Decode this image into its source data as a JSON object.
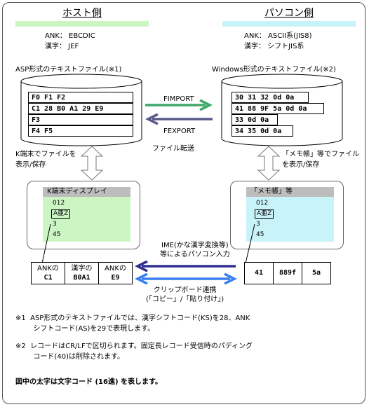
{
  "host": {
    "title": "ホスト側",
    "band_color": "#ccf5c4",
    "info": "ANK： EBCDIC\n漢字： JEF",
    "file_caption": "ASP形式のテキストファイル(※1)",
    "rows": [
      "F0  F1  F2",
      "C1  28  B0  A1  29  E9",
      "F3",
      "F4  F5"
    ],
    "terminal_caption": "K端末でファイルを\n表示/保存",
    "screen_title": "K端末ディスプレイ",
    "screen_lines": [
      "012",
      "A亜Z",
      "3",
      "45"
    ],
    "codes": [
      {
        "label": "ANKの",
        "code": "C1"
      },
      {
        "label": "漢字の",
        "code": "B0A1"
      },
      {
        "label": "ANKの",
        "code": "E9"
      }
    ]
  },
  "pc": {
    "title": "パソコン側",
    "band_color": "#c8f3f8",
    "info": "ANK： ASCII系(JIS8)\n漢字： シフトJIS系",
    "file_caption": "Windows形式のテキストファイル(※2)",
    "rows": [
      "30  31  32  0d  0a",
      "41  88  9F  5a  0d  0a",
      "33  0d  0a",
      "34  35  0d  0a"
    ],
    "terminal_caption": "「メモ帳」等でファイル\nを表示/保存",
    "screen_title": "「メモ帳」等",
    "screen_lines": [
      "012",
      "A亜Z",
      "3",
      "45"
    ],
    "codes": [
      "41",
      "889f",
      "5a"
    ]
  },
  "transfer": {
    "fimport": "FIMPORT",
    "fexport": "FEXPORT",
    "caption": "ファイル転送",
    "fimport_color": "#3fa86a",
    "fexport_color": "#5a5a8a"
  },
  "input": {
    "caption": "IME(かな漢字変換等)\n等によるパソコン入力",
    "color": "#2e2e90"
  },
  "clipboard": {
    "caption": "クリップボード連携\n(「コピー」/「貼り付け」)",
    "color": "#3a7ff0"
  },
  "notes": {
    "n1": "※1  ASP形式のテキストファイルでは、漢字シフトコード(KS)を28、ANK\n        シフトコード(AS)を29で表現します。",
    "n2": "※2  レコードはCR/LFで区切られます。固定長レコード受信時のパディング\n        コード(40)は削除されます。",
    "n3": "図中の太字は文字コード (16進) を表します。"
  }
}
